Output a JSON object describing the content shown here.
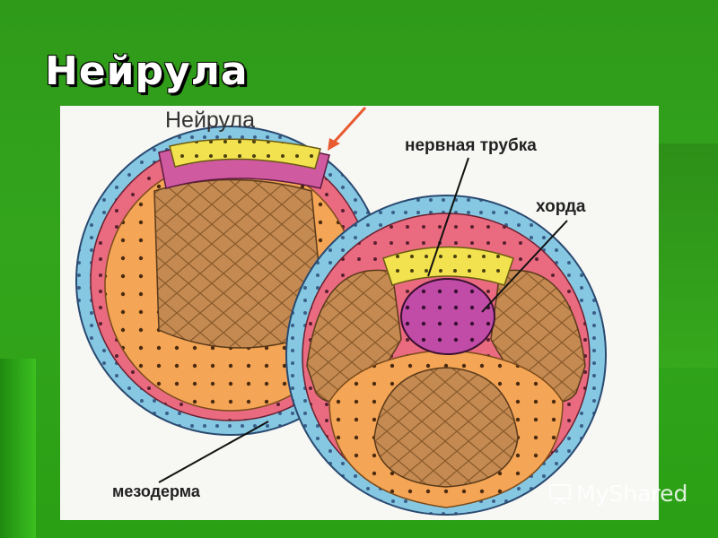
{
  "slide": {
    "title": "Нейрула"
  },
  "diagram": {
    "heading": "Нейрула",
    "labels": {
      "neural_tube": "нервная трубка",
      "chorda": "хорда",
      "mesoderm": "мезодерма"
    },
    "colors": {
      "ectoderm": "#7ec4e0",
      "mesoderm": "#e8607a",
      "endoderm": "#f0a048",
      "neural_plate": "#f2e24c",
      "chorda": "#c04aa8",
      "yolk": "#c8925a"
    }
  },
  "watermark": {
    "text": "MyShared",
    "icon": "presentation-icon"
  }
}
